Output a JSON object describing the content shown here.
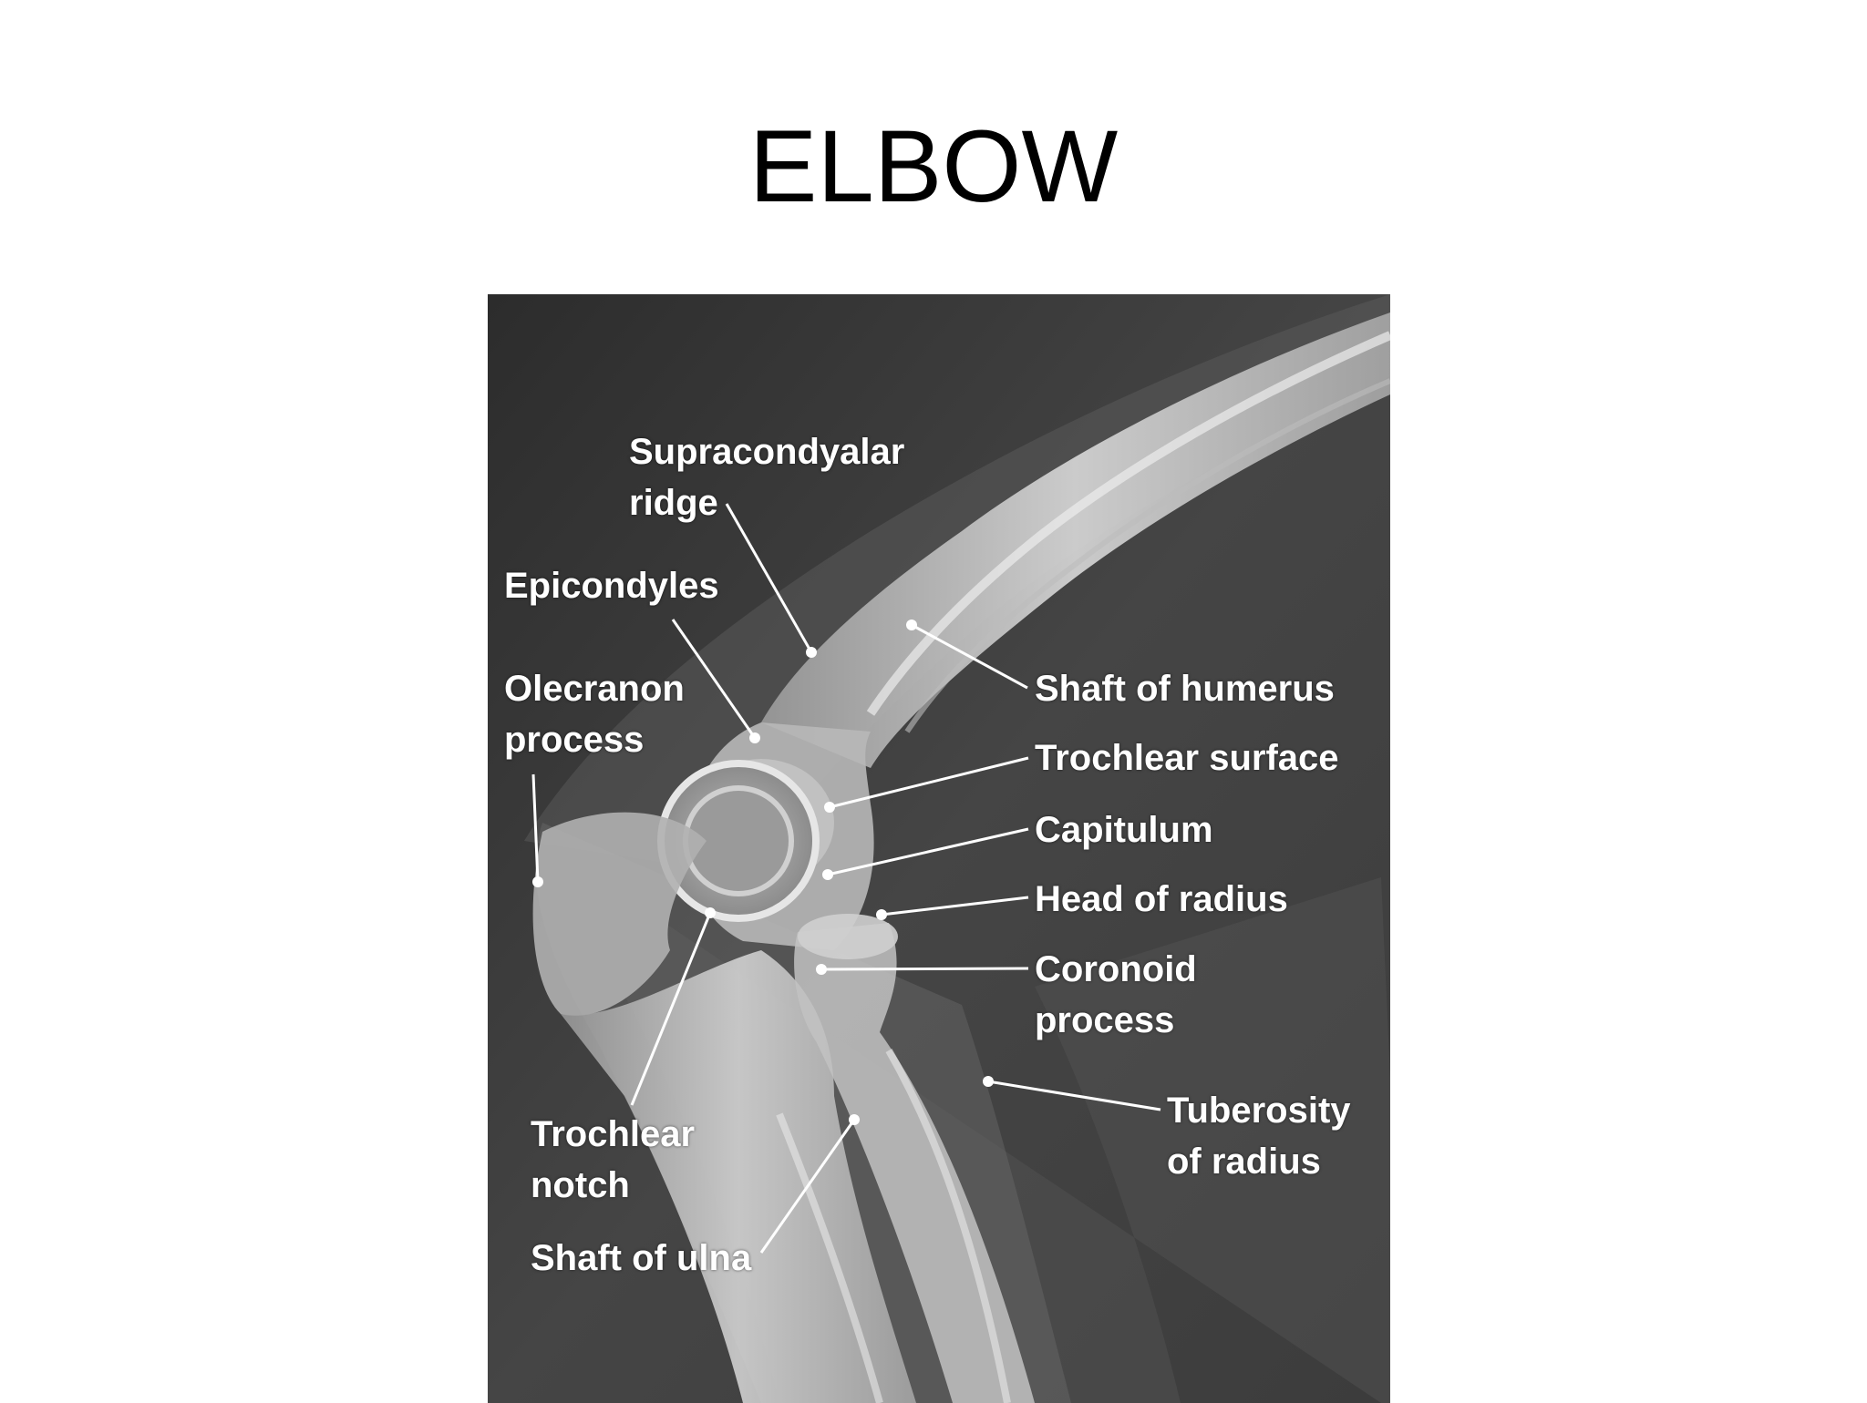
{
  "slide": {
    "title": "ELBOW"
  },
  "figure": {
    "labels": {
      "supracondylar_ridge": [
        "Supracondyalar",
        "ridge"
      ],
      "epicondyles": [
        "Epicondyles"
      ],
      "olecranon_process": [
        "Olecranon",
        "process"
      ],
      "shaft_of_humerus": [
        "Shaft of humerus"
      ],
      "trochlear_surface": [
        "Trochlear surface"
      ],
      "capitulum": [
        "Capitulum"
      ],
      "head_of_radius": [
        "Head of radius"
      ],
      "coronoid_process": [
        "Coronoid",
        "process"
      ],
      "tuberosity_of_radius": [
        "Tuberosity",
        "of radius"
      ],
      "trochlear_notch": [
        "Trochlear",
        "notch"
      ],
      "shaft_of_ulna": [
        "Shaft of ulna"
      ]
    },
    "colors": {
      "label_text": "#ffffff",
      "leader_line": "#ffffff",
      "background": "#3a3a3a",
      "bone": "#d8d8d8"
    }
  }
}
